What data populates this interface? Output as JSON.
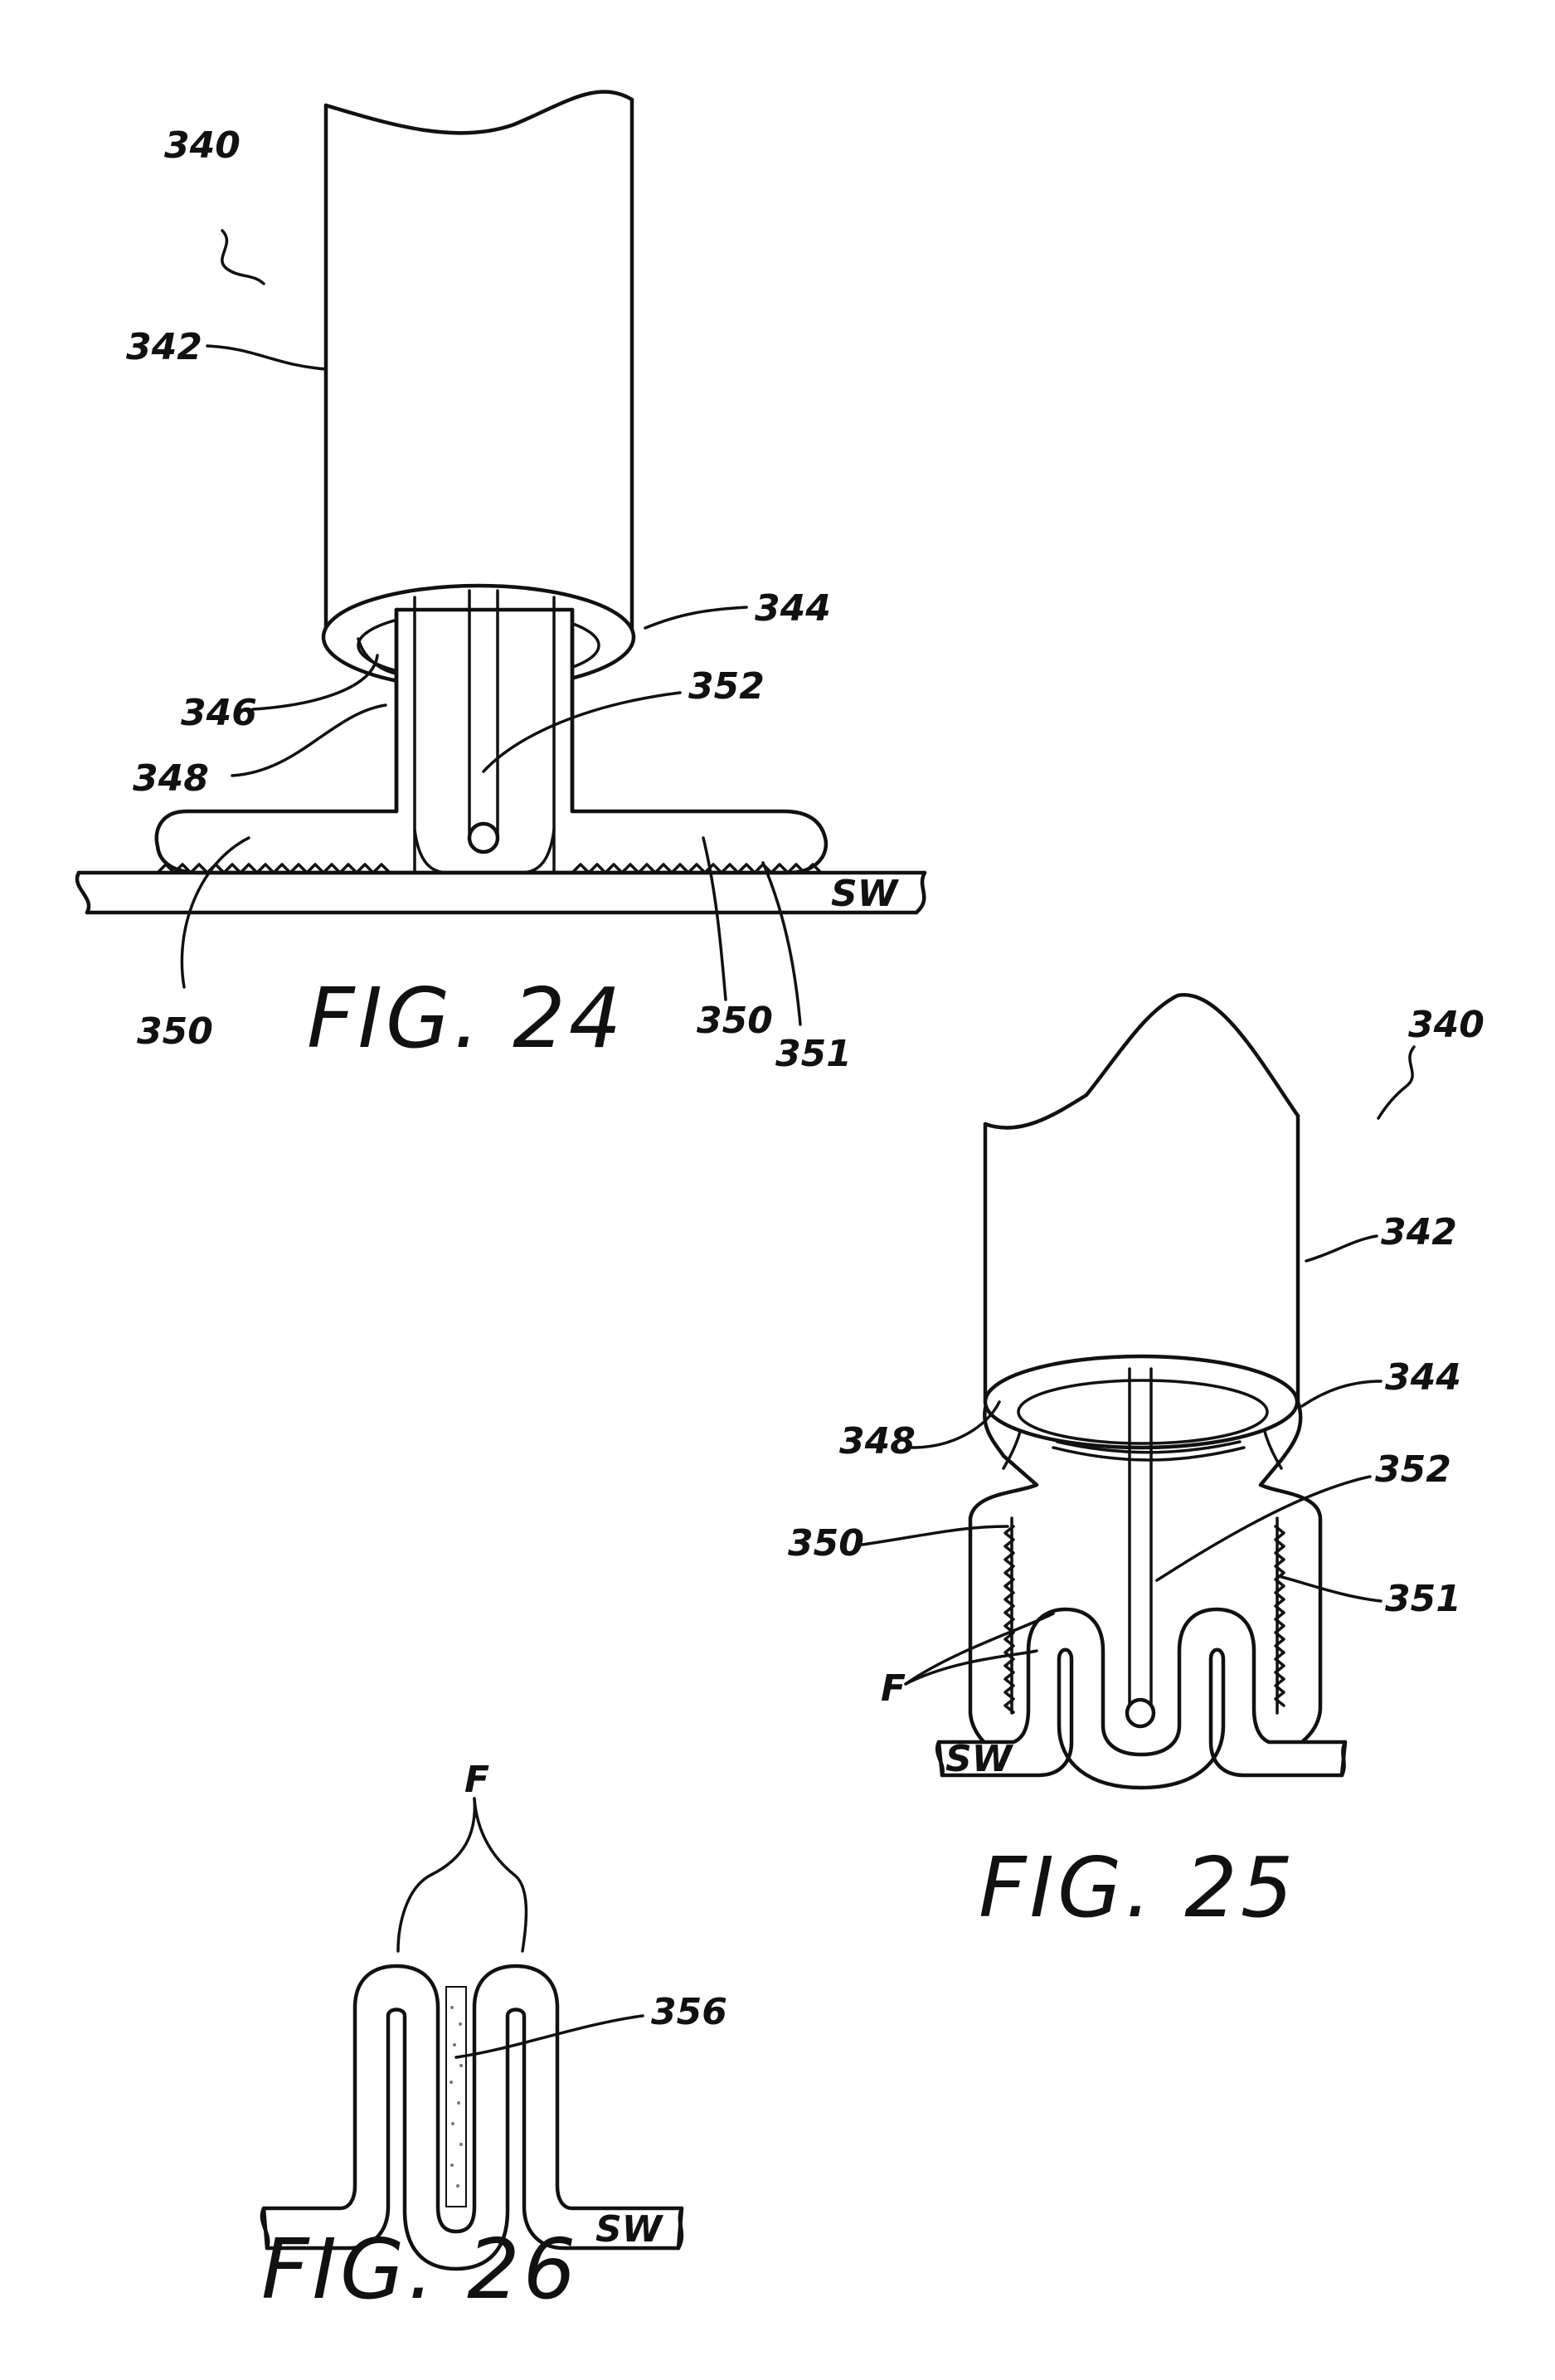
{
  "figures": [
    {
      "caption": "FIG. 24",
      "labels": {
        "device": "340",
        "tube": "342",
        "tube_end": "344",
        "inner_ring": "346",
        "stem": "348",
        "flange_left": "350",
        "flange_right": "350",
        "teeth": "351",
        "needle": "352",
        "wall": "SW"
      }
    },
    {
      "caption": "FIG. 25",
      "labels": {
        "device": "340",
        "tube": "342",
        "tube_end": "344",
        "stem": "348",
        "jaw": "350",
        "teeth": "351",
        "needle": "352",
        "folds": "F",
        "wall": "SW"
      }
    },
    {
      "caption": "FIG. 26",
      "labels": {
        "folds": "F",
        "filler": "356",
        "wall": "SW"
      }
    }
  ],
  "colors": {
    "ink": "#111111",
    "paper": "#ffffff",
    "stipple": "#777777"
  }
}
